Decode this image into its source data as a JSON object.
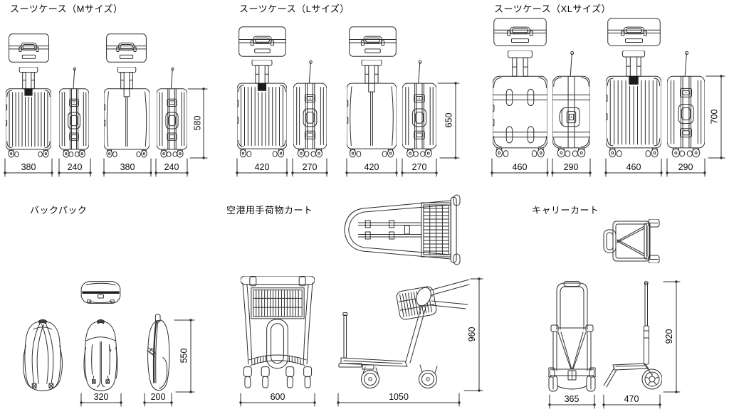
{
  "page": {
    "background": "#ffffff",
    "line_color": "#2e2e2e",
    "text_color": "#0a0a0a"
  },
  "sections": {
    "suitcase_m": {
      "title": "スーツケース（Mサイズ）",
      "front_width": "380",
      "side_depth": "240",
      "back_width": "380",
      "back_depth": "240",
      "height": "580"
    },
    "suitcase_l": {
      "title": "スーツケース（Lサイズ）",
      "front_width": "420",
      "side_depth": "270",
      "back_width": "420",
      "back_depth": "270",
      "height": "650"
    },
    "suitcase_xl": {
      "title": "スーツケース（XLサイズ）",
      "front_width": "460",
      "side_depth": "290",
      "back_width": "460",
      "back_depth": "290",
      "height": "700"
    },
    "backpack": {
      "title": "バックパック",
      "width": "320",
      "depth": "200",
      "height": "550"
    },
    "airport_cart": {
      "title": "空港用手荷物カート",
      "width": "600",
      "length": "1050",
      "height": "960"
    },
    "carry_cart": {
      "title": "キャリーカート",
      "width": "365",
      "depth": "470",
      "height": "920"
    }
  }
}
